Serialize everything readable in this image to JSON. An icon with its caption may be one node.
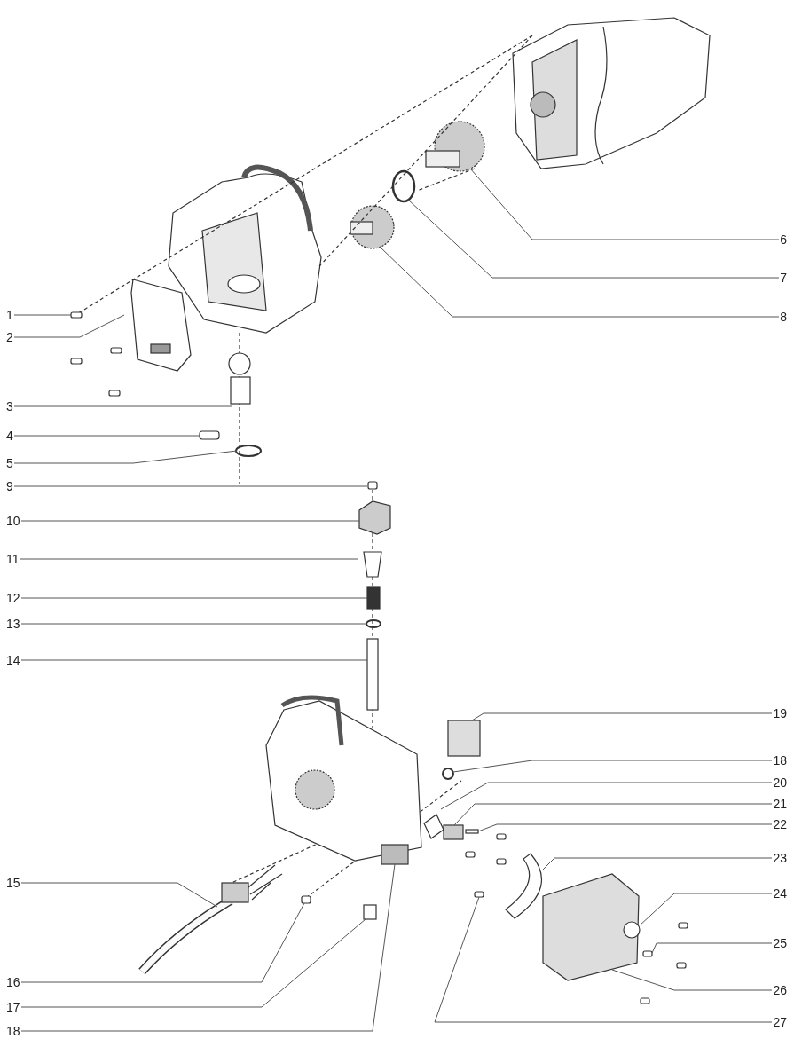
{
  "diagram": {
    "nodes": [
      {
        "text": [
          "1"
        ]
      },
      {
        "text": [
          "2"
        ]
      },
      {
        "text": [
          "3"
        ]
      },
      {
        "text": [
          "4"
        ]
      },
      {
        "text": [
          "5"
        ]
      },
      {
        "text": [
          "6"
        ]
      },
      {
        "text": [
          "7"
        ]
      },
      {
        "text": [
          "8"
        ]
      },
      {
        "text": [
          "9"
        ]
      },
      {
        "text": [
          "10"
        ]
      },
      {
        "text": [
          "11"
        ]
      },
      {
        "text": [
          "12"
        ]
      },
      {
        "text": [
          "13"
        ]
      },
      {
        "text": [
          "14"
        ]
      },
      {
        "text": [
          "15"
        ]
      },
      {
        "text": [
          "16"
        ]
      },
      {
        "text": [
          "17"
        ]
      },
      {
        "text": [
          "18"
        ]
      },
      {
        "text": [
          "19"
        ]
      },
      {
        "text": [
          "20"
        ]
      },
      {
        "text": [
          "21"
        ]
      },
      {
        "text": [
          "22"
        ]
      },
      {
        "text": [
          "23"
        ]
      },
      {
        "text": [
          "24"
        ]
      },
      {
        "text": [
          "25"
        ]
      },
      {
        "text": [
          "26"
        ]
      },
      {
        "text": [
          "27"
        ]
      },
      {
        "text": [
          "18"
        ]
      }
    ],
    "edges": [
      {
        "from": 0,
        "to": null,
        "arrow": "none"
      },
      {
        "from": 1,
        "to": null,
        "arrow": "none"
      },
      {
        "from": 2,
        "to": null,
        "arrow": "none"
      },
      {
        "from": 3,
        "to": null,
        "arrow": "none"
      },
      {
        "from": 4,
        "to": null,
        "arrow": "none"
      },
      {
        "from": 5,
        "to": null,
        "arrow": "none"
      },
      {
        "from": 6,
        "to": null,
        "arrow": "none"
      },
      {
        "from": 7,
        "to": null,
        "arrow": "none"
      },
      {
        "from": 8,
        "to": null,
        "arrow": "none"
      },
      {
        "from": 9,
        "to": null,
        "arrow": "none"
      },
      {
        "from": 10,
        "to": null,
        "arrow": "none"
      },
      {
        "from": 11,
        "to": null,
        "arrow": "none"
      },
      {
        "from": 12,
        "to": null,
        "arrow": "none"
      },
      {
        "from": 13,
        "to": null,
        "arrow": "none"
      },
      {
        "from": 14,
        "to": null,
        "arrow": "none"
      },
      {
        "from": 15,
        "to": null,
        "arrow": "none"
      },
      {
        "from": 16,
        "to": null,
        "arrow": "none"
      },
      {
        "from": 17,
        "to": null,
        "arrow": "none"
      },
      {
        "from": 18,
        "to": null,
        "arrow": "none"
      },
      {
        "from": 19,
        "to": null,
        "arrow": "none"
      },
      {
        "from": 20,
        "to": null,
        "arrow": "none"
      },
      {
        "from": 21,
        "to": null,
        "arrow": "none"
      },
      {
        "from": 22,
        "to": null,
        "arrow": "none"
      },
      {
        "from": 23,
        "to": null,
        "arrow": "none"
      },
      {
        "from": 24,
        "to": null,
        "arrow": "none"
      },
      {
        "from": 25,
        "to": null,
        "arrow": "none"
      },
      {
        "from": 26,
        "to": null,
        "arrow": "none"
      },
      {
        "from": 27,
        "to": null,
        "arrow": "none"
      }
    ]
  }
}
